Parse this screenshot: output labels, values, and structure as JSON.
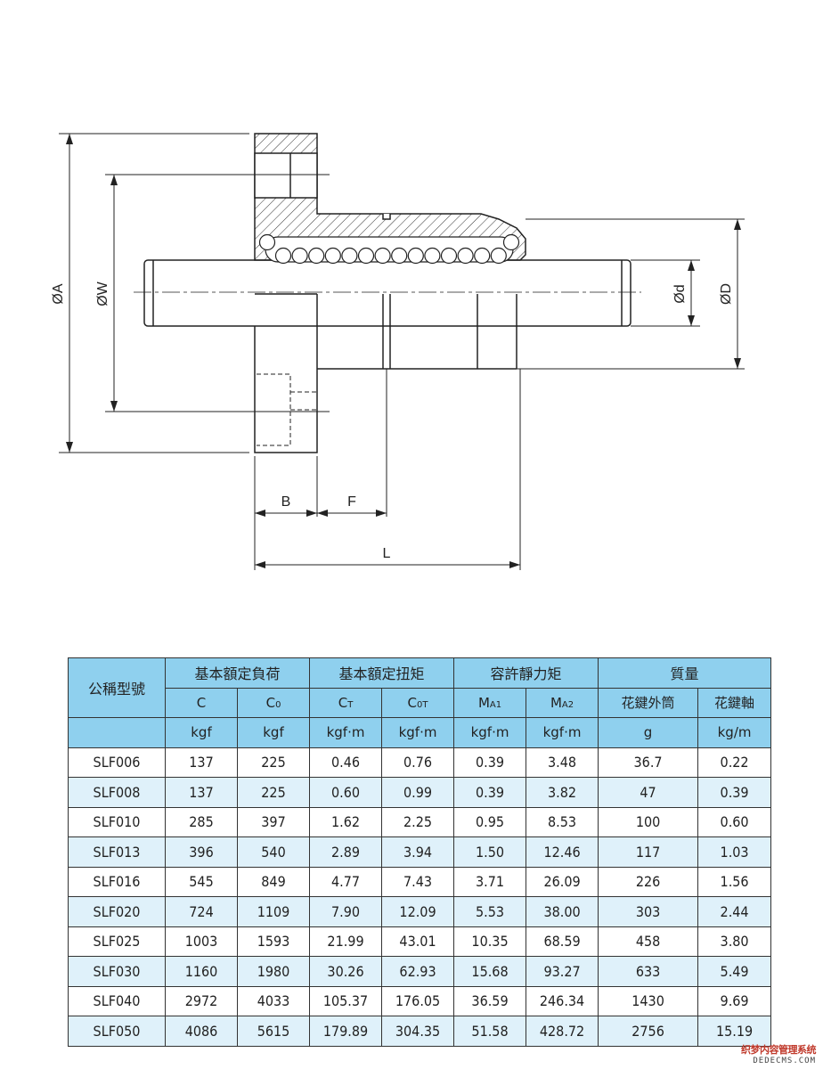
{
  "drawing": {
    "dims": {
      "A": "ØA",
      "W": "ØW",
      "d": "Ød",
      "D": "ØD",
      "B": "B",
      "F": "F",
      "L": "L"
    }
  },
  "table": {
    "group_headers": {
      "model": "公稱型號",
      "load": "基本額定負荷",
      "torque": "基本額定扭矩",
      "moment": "容許靜力矩",
      "mass": "質量"
    },
    "sub_headers": {
      "c": "C",
      "c0_main": "C",
      "c0_sub": "0",
      "ct_main": "C",
      "ct_sub": "T",
      "c0t_main": "C",
      "c0t_sub": "0T",
      "ma1_main": "M",
      "ma1_sub": "A1",
      "ma2_main": "M",
      "ma2_sub": "A2",
      "outer": "花鍵外筒",
      "shaft": "花鍵軸"
    },
    "units": [
      "kgf",
      "kgf",
      "kgf·m",
      "kgf·m",
      "kgf·m",
      "kgf·m",
      "g",
      "kg/m"
    ],
    "rows": [
      [
        "SLF006",
        "137",
        "225",
        "0.46",
        "0.76",
        "0.39",
        "3.48",
        "36.7",
        "0.22"
      ],
      [
        "SLF008",
        "137",
        "225",
        "0.60",
        "0.99",
        "0.39",
        "3.82",
        "47",
        "0.39"
      ],
      [
        "SLF010",
        "285",
        "397",
        "1.62",
        "2.25",
        "0.95",
        "8.53",
        "100",
        "0.60"
      ],
      [
        "SLF013",
        "396",
        "540",
        "2.89",
        "3.94",
        "1.50",
        "12.46",
        "117",
        "1.03"
      ],
      [
        "SLF016",
        "545",
        "849",
        "4.77",
        "7.43",
        "3.71",
        "26.09",
        "226",
        "1.56"
      ],
      [
        "SLF020",
        "724",
        "1109",
        "7.90",
        "12.09",
        "5.53",
        "38.00",
        "303",
        "2.44"
      ],
      [
        "SLF025",
        "1003",
        "1593",
        "21.99",
        "43.01",
        "10.35",
        "68.59",
        "458",
        "3.80"
      ],
      [
        "SLF030",
        "1160",
        "1980",
        "30.26",
        "62.93",
        "15.68",
        "93.27",
        "633",
        "5.49"
      ],
      [
        "SLF040",
        "2972",
        "4033",
        "105.37",
        "176.05",
        "36.59",
        "246.34",
        "1430",
        "9.69"
      ],
      [
        "SLF050",
        "4086",
        "5615",
        "179.89",
        "304.35",
        "51.58",
        "428.72",
        "2756",
        "15.19"
      ]
    ]
  },
  "watermark": {
    "line1": "织梦内容管理系统",
    "line2": "DEDECMS.COM"
  }
}
